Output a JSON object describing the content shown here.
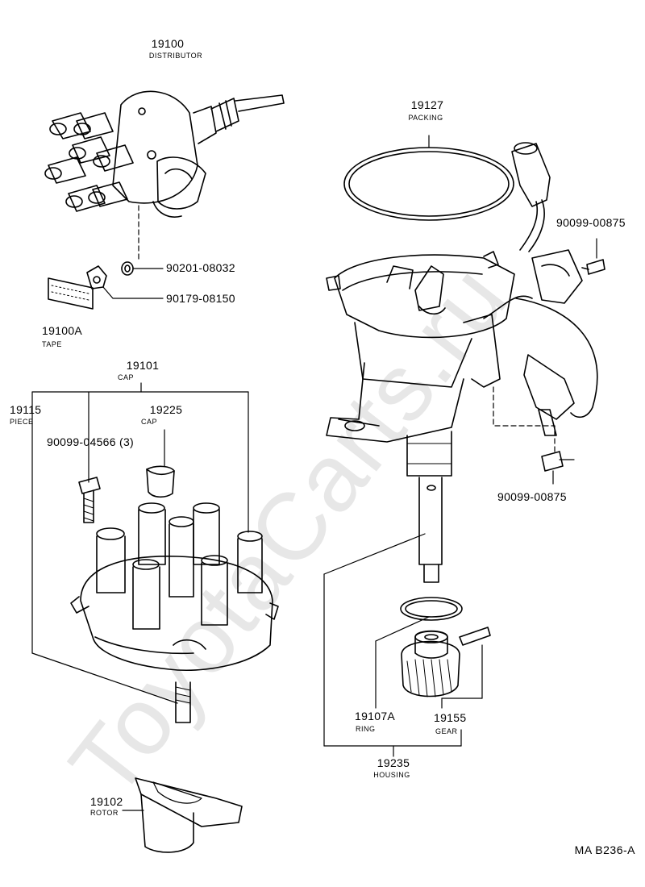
{
  "watermark": "ToyotaCarts.ru",
  "diagram_code": "MA  B236-A",
  "parts": {
    "distributor": {
      "number": "19100",
      "name": "DISTRIBUTOR"
    },
    "packing": {
      "number": "19127",
      "name": "PACKING"
    },
    "bolt_top_right": {
      "number": "90099-00875"
    },
    "washer": {
      "number": "90201-08032"
    },
    "bolt_small": {
      "number": "90179-08150"
    },
    "tape": {
      "number": "19100A",
      "name": "TAPE"
    },
    "cap": {
      "number": "19101",
      "name": "CAP"
    },
    "piece": {
      "number": "19115",
      "name": "PIECE"
    },
    "inner_cap": {
      "number": "19225",
      "name": "CAP"
    },
    "cap_screw": {
      "number": "90099-04566 (3)"
    },
    "bolt_lower_right": {
      "number": "90099-00875"
    },
    "ring": {
      "number": "19107A",
      "name": "RING"
    },
    "gear": {
      "number": "19155",
      "name": "GEAR"
    },
    "housing": {
      "number": "19235",
      "name": "HOUSING"
    },
    "rotor": {
      "number": "19102",
      "name": "ROTOR"
    }
  }
}
